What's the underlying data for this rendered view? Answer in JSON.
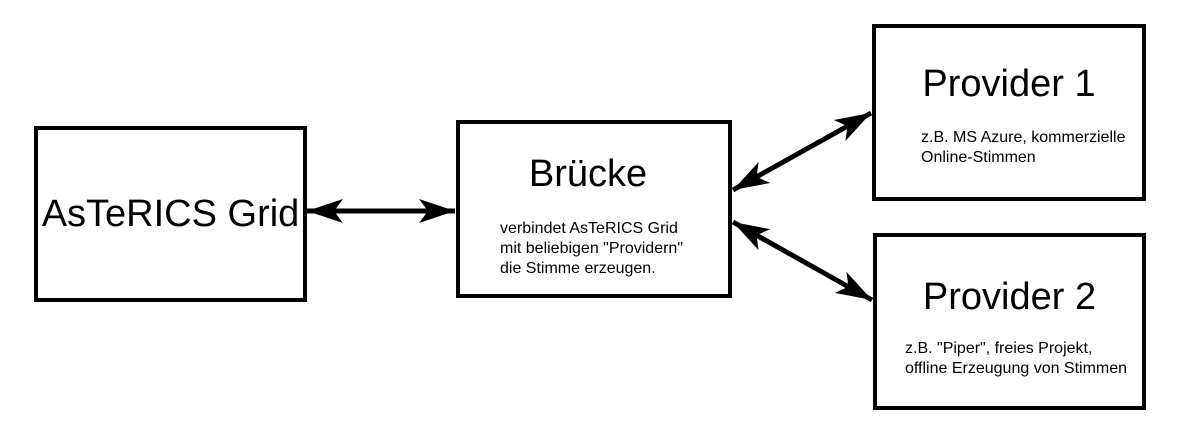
{
  "diagram": {
    "colors": {
      "background": "#ffffff",
      "stroke": "#000000",
      "text": "#000000"
    },
    "nodes": {
      "asterics_grid": {
        "title": "AsTeRICS Grid"
      },
      "bridge": {
        "title": "Brücke",
        "description": "verbindet AsTeRICS Grid\nmit beliebigen \"Providern\"\ndie Stimme erzeugen."
      },
      "provider1": {
        "title": "Provider 1",
        "description": "z.B. MS Azure, kommerzielle\nOnline-Stimmen"
      },
      "provider2": {
        "title": "Provider 2",
        "description": "z.B. \"Piper\", freies Projekt,\noffline Erzeugung von Stimmen"
      }
    },
    "connections": [
      {
        "from": "AsTeRICS Grid",
        "to": "Brücke",
        "style": "double-arrow"
      },
      {
        "from": "Brücke",
        "to": "Provider 1",
        "style": "double-arrow"
      },
      {
        "from": "Brücke",
        "to": "Provider 2",
        "style": "double-arrow"
      }
    ]
  }
}
